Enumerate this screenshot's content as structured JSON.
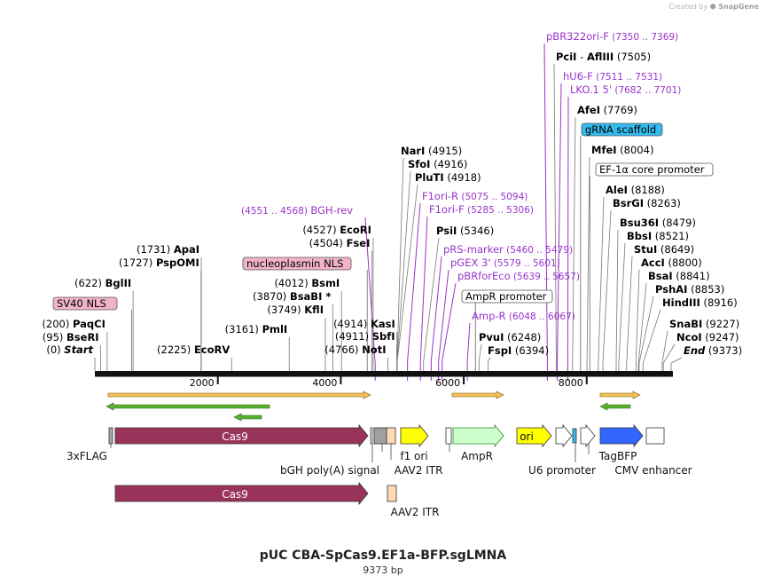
{
  "credit": {
    "prefix": "Created by",
    "brand": "SnapGene"
  },
  "plasmid": {
    "name": "pUC CBA-SpCas9.EF1a-BFP.sgLMNA",
    "length_label": "9373 bp",
    "length_bp": 9373
  },
  "colors": {
    "enzyme": "#000000",
    "primer": "#9933cc",
    "cas9": "#99335a",
    "nls": "#f2b3c9",
    "grna": "#33bbee",
    "ori": "#ffff00",
    "ampr": "#ccffcc",
    "tagbfp": "#3366ff",
    "itr": "#ffd9b3",
    "polyA": "#a0a0a0",
    "orf_fill": "#f2c25a",
    "orf_green": "#5ab031"
  },
  "ruler": {
    "ticks": [
      "2000",
      "4000",
      "6000",
      "8000"
    ]
  },
  "left_sites": [
    {
      "pos": "(0)",
      "name": "Start",
      "bp": 0,
      "italic": true
    },
    {
      "pos": "(95)",
      "name": "BseRI",
      "bp": 95
    },
    {
      "pos": "(200)",
      "name": "PaqCI",
      "bp": 200
    },
    {
      "pos": "(622)",
      "name": "BglII",
      "bp": 622
    },
    {
      "pos": "(1727)",
      "name": "PspOMI",
      "bp": 1727
    },
    {
      "pos": "(1731)",
      "name": "ApaI",
      "bp": 1731
    },
    {
      "pos": "(2225)",
      "name": "EcoRV",
      "bp": 2225
    },
    {
      "pos": "(3161)",
      "name": "PmlI",
      "bp": 3161
    },
    {
      "pos": "(3749)",
      "name": "KflI",
      "bp": 3749
    },
    {
      "pos": "(3870)",
      "name": "BsaBI *",
      "bp": 3870
    },
    {
      "pos": "(4012)",
      "name": "BsmI",
      "bp": 4012
    },
    {
      "pos": "(4504)",
      "name": "FseI",
      "bp": 4504
    },
    {
      "pos": "(4527)",
      "name": "EcoRI",
      "bp": 4527
    },
    {
      "pos": "(4766)",
      "name": "NotI",
      "bp": 4766
    },
    {
      "pos": "(4911)",
      "name": "SbfI",
      "bp": 4911
    },
    {
      "pos": "(4914)",
      "name": "KasI",
      "bp": 4914
    }
  ],
  "mid_sites": [
    {
      "name": "NarI",
      "pos": "(4915)",
      "bp": 4915
    },
    {
      "name": "SfoI",
      "pos": "(4916)",
      "bp": 4916
    },
    {
      "name": "PluTI",
      "pos": "(4918)",
      "bp": 4918
    },
    {
      "name": "PsiI",
      "pos": "(5346)",
      "bp": 5346
    },
    {
      "name": "PvuI",
      "pos": "(6248)",
      "bp": 6248
    },
    {
      "name": "FspI",
      "pos": "(6394)",
      "bp": 6394
    }
  ],
  "right_sites": [
    {
      "name": "PciI",
      "sep": "-",
      "name2": "AflIII",
      "pos": "(7505)",
      "bp": 7505
    },
    {
      "name": "AfeI",
      "pos": "(7769)",
      "bp": 7769
    },
    {
      "name": "MfeI",
      "pos": "(8004)",
      "bp": 8004
    },
    {
      "name": "AleI",
      "pos": "(8188)",
      "bp": 8188
    },
    {
      "name": "BsrGI",
      "pos": "(8263)",
      "bp": 8263
    },
    {
      "name": "Bsu36I",
      "pos": "(8479)",
      "bp": 8479
    },
    {
      "name": "BbsI",
      "pos": "(8521)",
      "bp": 8521
    },
    {
      "name": "StuI",
      "pos": "(8649)",
      "bp": 8649
    },
    {
      "name": "AccI",
      "pos": "(8800)",
      "bp": 8800
    },
    {
      "name": "BsaI",
      "pos": "(8841)",
      "bp": 8841
    },
    {
      "name": "PshAI",
      "pos": "(8853)",
      "bp": 8853
    },
    {
      "name": "HindIII",
      "pos": "(8916)",
      "bp": 8916
    },
    {
      "name": "SnaBI",
      "pos": "(9227)",
      "bp": 9227
    },
    {
      "name": "NcoI",
      "pos": "(9247)",
      "bp": 9247
    },
    {
      "name": "End",
      "pos": "(9373)",
      "bp": 9373,
      "italic": true
    }
  ],
  "primers": [
    {
      "name": "BGH-rev",
      "range": "(4551 .. 4568)",
      "bp": 4560
    },
    {
      "name": "F1ori-R",
      "range": "(5075 .. 5094)",
      "bp": 5085
    },
    {
      "name": "F1ori-F",
      "range": "(5285 .. 5306)",
      "bp": 5295
    },
    {
      "name": "pRS-marker",
      "range": "(5460 .. 5479)",
      "bp": 5470
    },
    {
      "name": "pGEX 3'",
      "range": "(5579 .. 5601)",
      "bp": 5590
    },
    {
      "name": "pBRforEco",
      "range": "(5639 .. 5657)",
      "bp": 5648
    },
    {
      "name": "Amp-R",
      "range": "(6048 .. 6067)",
      "bp": 6058
    },
    {
      "name": "pBR322ori-F",
      "range": "(7350 .. 7369)",
      "bp": 7360
    },
    {
      "name": "hU6-F",
      "range": "(7511 .. 7531)",
      "bp": 7521
    },
    {
      "name": "LKO.1 5'",
      "range": "(7682 .. 7701)",
      "bp": 7692
    }
  ],
  "boxed_labels": [
    {
      "text": "SV40 NLS",
      "bp": 600,
      "kind": "nls"
    },
    {
      "text": "nucleoplasmin NLS",
      "bp": 4430,
      "kind": "nls"
    },
    {
      "text": "AmpR promoter",
      "bp": 6190,
      "kind": "plain"
    },
    {
      "text": "gRNA scaffold",
      "bp": 7900,
      "kind": "grna"
    },
    {
      "text": "EF-1α core promoter",
      "bp": 8050,
      "kind": "plain"
    }
  ],
  "feature_labels": {
    "flag": "3xFLAG",
    "cas9": "Cas9",
    "cas9_second": "Cas9",
    "bgh": "bGH poly(A) signal",
    "f1ori": "f1 ori",
    "aav2itr": "AAV2 ITR",
    "aav2itr_second": "AAV2 ITR",
    "ampr": "AmpR",
    "ori": "ori",
    "u6": "U6 promoter",
    "tagbfp": "TagBFP",
    "cmv": "CMV enhancer"
  }
}
